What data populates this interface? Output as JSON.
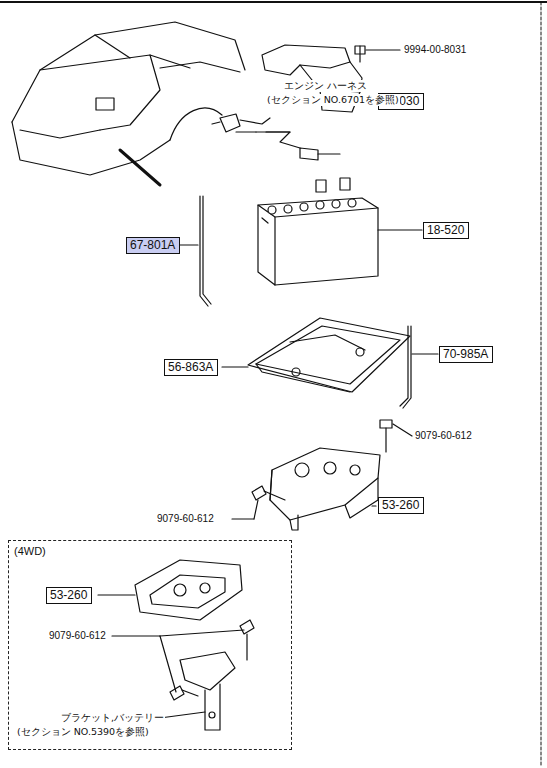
{
  "diagram": {
    "nodes": [
      {
        "text": [
          "56-030"
        ]
      },
      {
        "text": [
          "18-520"
        ]
      },
      {
        "text": [
          "67-801A"
        ]
      },
      {
        "text": [
          "70-985A"
        ]
      },
      {
        "text": [
          "56-863A"
        ]
      },
      {
        "text": [
          "53-260"
        ]
      },
      {
        "text": [
          "(4WD)"
        ]
      },
      {
        "text": [
          "53-260"
        ],
        "in": 6
      }
    ],
    "labels": [
      "9994-00-8031",
      "エンジン ハーネス",
      "(セクション NO.6701を参照)",
      "9079-60-612",
      "9079-60-612",
      "9079-60-612",
      "ブラケット,バッテリー",
      "(セクション NO.5390を参照)"
    ]
  }
}
